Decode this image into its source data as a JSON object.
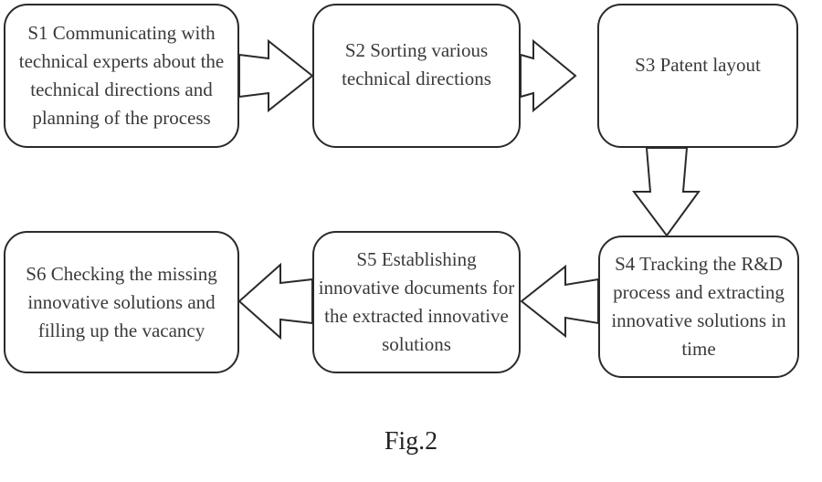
{
  "figure": {
    "caption": "Fig.2",
    "steps": [
      {
        "id": "S1",
        "text": "S1 Communicating with technical experts about the technical directions and planning of the process"
      },
      {
        "id": "S2",
        "text": "S2 Sorting various technical directions"
      },
      {
        "id": "S3",
        "text": "S3 Patent layout"
      },
      {
        "id": "S4",
        "text": "S4 Tracking the R&D process and extracting innovative solutions in time"
      },
      {
        "id": "S5",
        "text": "S5 Establishing innovative documents for the extracted innovative solutions"
      },
      {
        "id": "S6",
        "text": "S6 Checking the missing innovative solutions and filling up the vacancy"
      }
    ],
    "flow": [
      {
        "from": "S1",
        "to": "S2",
        "direction": "right"
      },
      {
        "from": "S2",
        "to": "S3",
        "direction": "right"
      },
      {
        "from": "S3",
        "to": "S4",
        "direction": "down"
      },
      {
        "from": "S4",
        "to": "S5",
        "direction": "left"
      },
      {
        "from": "S5",
        "to": "S6",
        "direction": "left"
      }
    ]
  }
}
